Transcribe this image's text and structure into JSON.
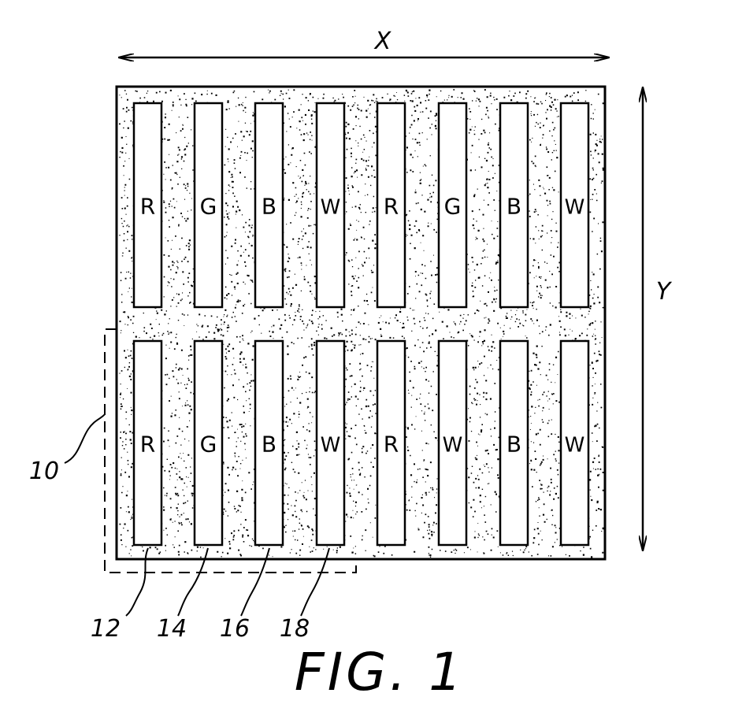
{
  "figure": {
    "caption": "FIG. 1",
    "axis_x_label": "X",
    "axis_y_label": "Y",
    "top_row": [
      "R",
      "G",
      "B",
      "W",
      "R",
      "G",
      "B",
      "W"
    ],
    "bottom_row": [
      "R",
      "G",
      "B",
      "W",
      "R",
      "W",
      "B",
      "W"
    ],
    "pixel_group_ref": "10",
    "subpixel_refs": [
      "12",
      "14",
      "16",
      "18"
    ]
  }
}
